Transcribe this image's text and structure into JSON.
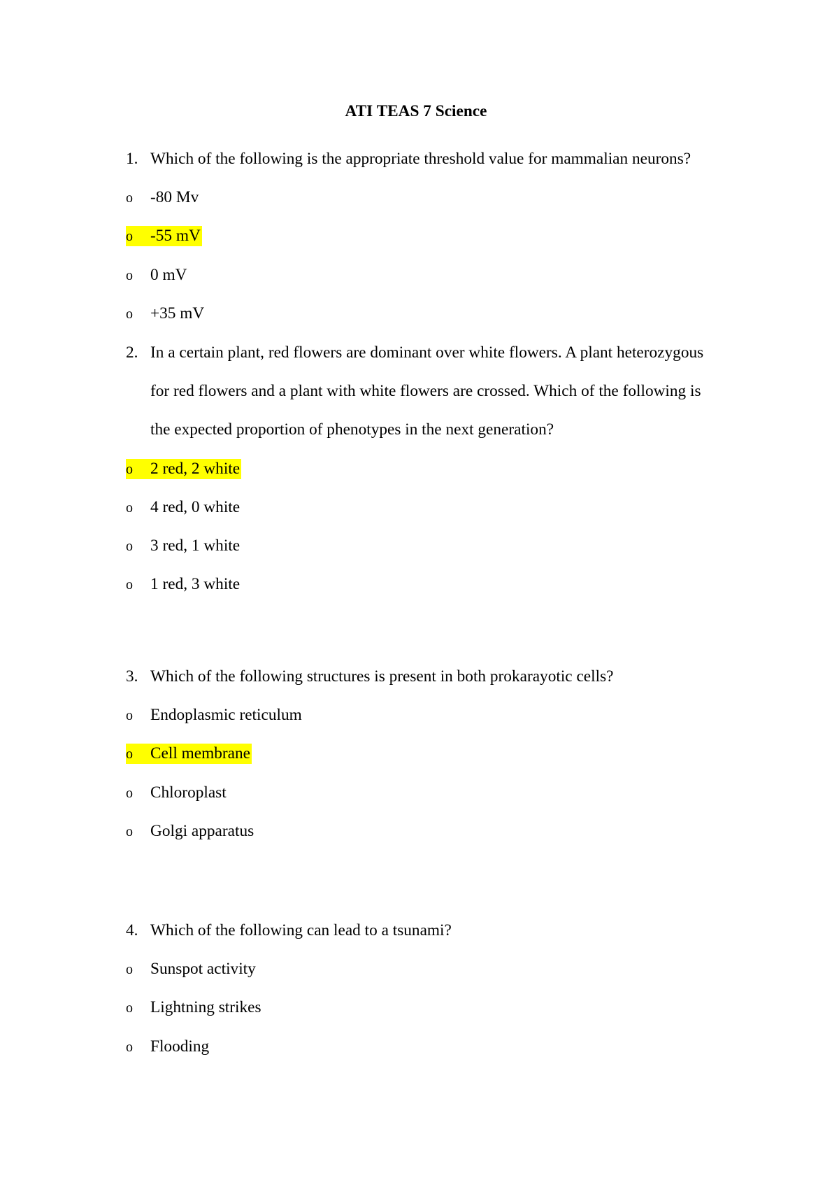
{
  "title": "ATI TEAS 7 Science",
  "highlight_color": "#ffff00",
  "bullet": "o",
  "questions": [
    {
      "number": "1.",
      "lines": [
        "Which of the following is the appropriate threshold value for mammalian neurons?"
      ],
      "options": [
        {
          "text": "-80 Mv",
          "highlighted": false
        },
        {
          "text": "-55 mV",
          "highlighted": true
        },
        {
          "text": "0 mV",
          "highlighted": false
        },
        {
          "text": "+35 mV",
          "highlighted": false
        }
      ]
    },
    {
      "number": "2.",
      "lines": [
        "In a certain plant, red flowers are dominant over white flowers. A plant heterozygous",
        "for red flowers and a plant with white flowers are crossed. Which of the following is",
        "the expected proportion of phenotypes in the next generation?"
      ],
      "options": [
        {
          "text": "2 red, 2 white",
          "highlighted": true
        },
        {
          "text": "4 red, 0 white",
          "highlighted": false
        },
        {
          "text": "3 red, 1 white",
          "highlighted": false
        },
        {
          "text": "1 red, 3 white",
          "highlighted": false
        }
      ]
    },
    {
      "number": "3.",
      "lines": [
        "Which of the following structures is present in both prokarayotic cells?"
      ],
      "options": [
        {
          "text": "Endoplasmic reticulum",
          "highlighted": false
        },
        {
          "text": "Cell membrane",
          "highlighted": true
        },
        {
          "text": "Chloroplast",
          "highlighted": false
        },
        {
          "text": "Golgi apparatus",
          "highlighted": false
        }
      ]
    },
    {
      "number": "4.",
      "lines": [
        "Which of the following can lead to a tsunami?"
      ],
      "options": [
        {
          "text": "Sunspot activity",
          "highlighted": false
        },
        {
          "text": "Lightning strikes",
          "highlighted": false
        },
        {
          "text": "Flooding",
          "highlighted": false
        }
      ]
    }
  ]
}
